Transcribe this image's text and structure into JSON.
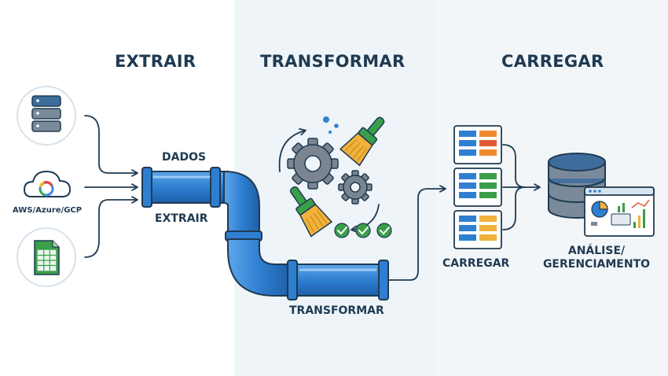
{
  "headings": {
    "extract": "EXTRAIR",
    "transform": "TRANSFORMAR",
    "load": "CARREGAR"
  },
  "sources": {
    "database_icon": "database-icon",
    "cloud_label": "AWS/Azure/GCP",
    "spreadsheet_icon": "spreadsheet-icon"
  },
  "pipe_labels": {
    "data": "DADOS",
    "extract": "EXTRAIR",
    "transform": "TRANSFORMAR"
  },
  "load_labels": {
    "load": "CARREGAR",
    "analysis_line1": "ANÁLISE/",
    "analysis_line2": "GERENCIAMENTO"
  },
  "colors": {
    "heading_text": "#1f3a52",
    "pipe_blue": "#2f7fd1",
    "gear_gray": "#7b8591",
    "brush_green": "#3a9e4a",
    "brush_yellow": "#f0b23a",
    "check_green": "#3a9e4a",
    "panel_mid": "#eef4f8",
    "panel_right": "#f2f6f9"
  }
}
